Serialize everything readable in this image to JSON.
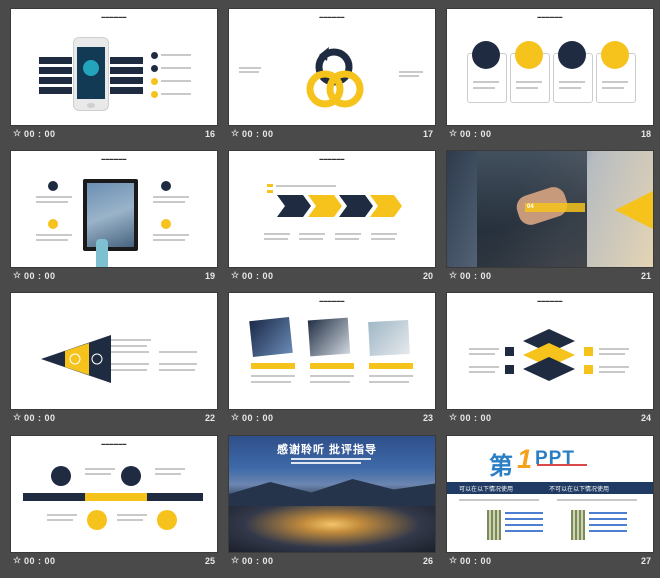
{
  "slides": [
    {
      "time": "00 : 00",
      "num": "16"
    },
    {
      "time": "00 : 00",
      "num": "17"
    },
    {
      "time": "00 : 00",
      "num": "18"
    },
    {
      "time": "00 : 00",
      "num": "19"
    },
    {
      "time": "00 : 00",
      "num": "20"
    },
    {
      "time": "00 : 00",
      "num": "21"
    },
    {
      "time": "00 : 00",
      "num": "22"
    },
    {
      "time": "00 : 00",
      "num": "23"
    },
    {
      "time": "00 : 00",
      "num": "24"
    },
    {
      "time": "00 : 00",
      "num": "25"
    },
    {
      "time": "00 : 00",
      "num": "26"
    },
    {
      "time": "00 : 00",
      "num": "27"
    }
  ],
  "icons": {
    "timing": "star-clock-icon"
  },
  "colors": {
    "navy": "#1f2b40",
    "yellow": "#f6c21c",
    "background": "#4a4a4a"
  },
  "slide21": {
    "number": "04"
  },
  "slide26": {
    "title": "感谢聆听 批评指导"
  },
  "slide27": {
    "logo_char": "第",
    "logo_num": "1",
    "logo_ppt": "PPT",
    "left_header": "可以在以下情况使用",
    "right_header": "不可以在以下情况使用"
  }
}
